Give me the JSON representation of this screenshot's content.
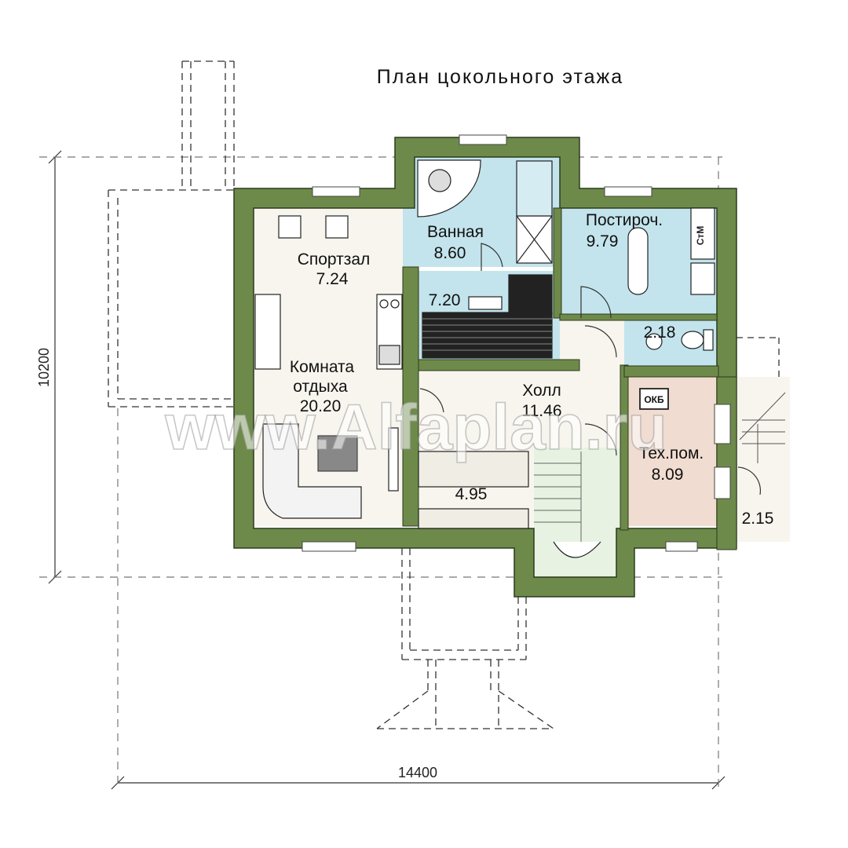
{
  "title": "План цокольного этажа",
  "dimensions": {
    "width": "14400",
    "height": "10200"
  },
  "rooms": {
    "gym": {
      "name": "Спортзал",
      "area": "7.24"
    },
    "bath": {
      "name": "Ванная",
      "area": "8.60"
    },
    "laundry": {
      "name": "Постироч.",
      "area": "9.79"
    },
    "sauna": {
      "area": "7.20"
    },
    "wc": {
      "area": "2.18"
    },
    "lounge": {
      "name_line1": "Комната",
      "name_line2": "отдыха",
      "area": "20.20"
    },
    "hall": {
      "name": "Холл",
      "area": "11.46"
    },
    "storage": {
      "area": "4.95"
    },
    "tech": {
      "name": "Тех.пом.",
      "area": "8.09"
    },
    "entrance": {
      "area": "2.15"
    }
  },
  "equipment": {
    "boiler": "ОКБ",
    "washer_labels": "СтМ"
  },
  "watermark": "www.Alfaplan.ru",
  "colors": {
    "wall": "#6e8a4a",
    "wet": "#c3e4ec",
    "dry": "#f8f5ee",
    "tech": "#f0dcd0",
    "stair": "#e7f2e2"
  }
}
